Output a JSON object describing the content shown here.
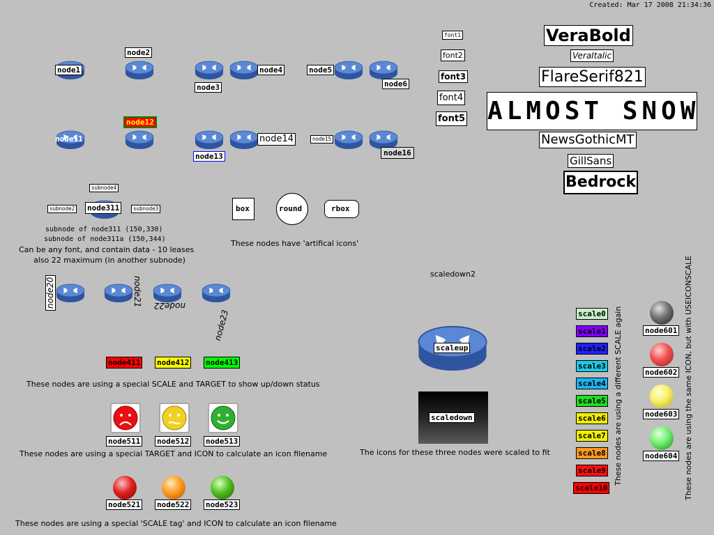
{
  "header": {
    "created": "Created: Mar 17 2008 21:34:36"
  },
  "colors": {
    "router_top": "#5a88d4",
    "router_side": "#2f55a0",
    "label_bg": "#ffffff",
    "node12_bg": "#ff0000",
    "node12_fg": "#ffff00",
    "node12_border": "#008000",
    "node13_border": "#0000ff",
    "node16_bg": "#d9d9d9",
    "status_red": "#ff0000",
    "status_yellow": "#ffff00",
    "status_green": "#00ff00"
  },
  "nodes": {
    "node1": "node1",
    "node2": "node2",
    "node3": "node3",
    "node4": "node4",
    "node5": "node5",
    "node6": "node6",
    "node11": "node11",
    "node12": "node12",
    "node13": "node13",
    "node14": "node14",
    "node15": "node15",
    "node16": "node16",
    "subnode4": "subnode4",
    "subnode2": "subnode2",
    "node311": "node311",
    "subnode3": "subnode3",
    "node20": "node20",
    "node21": "node21",
    "node22": "node22",
    "node23": "node23",
    "node411": "node411",
    "node412": "node412",
    "node413": "node413",
    "node511": "node511",
    "node512": "node512",
    "node513": "node513",
    "node521": "node521",
    "node522": "node522",
    "node523": "node523",
    "node601": "node601",
    "node602": "node602",
    "node603": "node603",
    "node604": "node604",
    "scaleup": "scaleup",
    "scaledown": "scaledown",
    "scaledown2": "scaledown2"
  },
  "subnode_text": {
    "line1": "subnode of node311 (150,330)",
    "line2": "subnode of node311a (150,344)",
    "line3": "Can be any font, and contain data - 10 leases",
    "line4": "also 22 maximum (in another subnode)"
  },
  "artificial": {
    "box": "box",
    "round": "round",
    "rbox": "rbox",
    "caption": "These nodes have 'artifical icons'"
  },
  "fonts": {
    "small": [
      "font1",
      "font2",
      "font3",
      "font4",
      "font5"
    ],
    "verabold": "VeraBold",
    "veraitalic": "VeraItalic",
    "flareserif": "FlareSerif821",
    "almostsnow": "ALMOST SNOW",
    "newsgothic": "NewsGothicMT",
    "gillsans": "GillSans",
    "bedrock": "Bedrock"
  },
  "captions": {
    "scale_target": "These nodes are using a special SCALE and TARGET to show up/down status",
    "target_icon": "These nodes are using a special TARGET and ICON to calculate an icon filename",
    "scale_tag": "These nodes are using a special 'SCALE tag' and ICON to calculate an icon filename",
    "scaled_fit": "The icons for these three nodes were scaled to fit",
    "scale_again": "These nodes are using a different SCALE again",
    "same_icon": "These nodes are using the same ICON, but with USEICONSCALE"
  },
  "scales": [
    {
      "label": "scale0",
      "color": "#c8f0c8",
      "fg": "#000000"
    },
    {
      "label": "scale1",
      "color": "#8000ff",
      "fg": "#000000"
    },
    {
      "label": "scale2",
      "color": "#2020ff",
      "fg": "#000000"
    },
    {
      "label": "scale3",
      "color": "#1ec8e6",
      "fg": "#000000"
    },
    {
      "label": "scale4",
      "color": "#1eb4f0",
      "fg": "#000000"
    },
    {
      "label": "scale5",
      "color": "#22dd22",
      "fg": "#000000"
    },
    {
      "label": "scale6",
      "color": "#eeee00",
      "fg": "#000000"
    },
    {
      "label": "scale7",
      "color": "#f0f000",
      "fg": "#000000"
    },
    {
      "label": "scale8",
      "color": "#ff9922",
      "fg": "#000000"
    },
    {
      "label": "scale9",
      "color": "#ff1010",
      "fg": "#000000"
    },
    {
      "label": "scale10",
      "color": "#ff0000",
      "fg": "#000000"
    }
  ]
}
